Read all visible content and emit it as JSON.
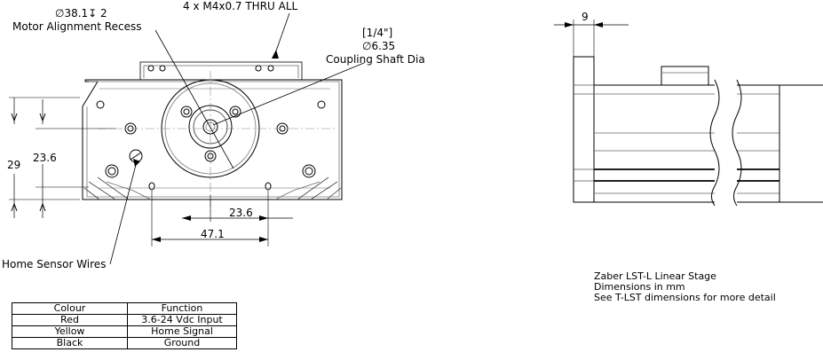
{
  "callouts": {
    "recess_dim": "∅38.1↧ 2",
    "recess_label": "Motor Alignment Recess",
    "holes_label": "4 x M4x0.7 THRU ALL",
    "shaft_imperial": "[1/4\"]",
    "shaft_dim": "∅6.35",
    "shaft_label": "Coupling Shaft Dia",
    "sensor_label": "Home Sensor Wires"
  },
  "dimensions": {
    "left_outer": "29",
    "left_inner": "23.6",
    "bottom_inner": "23.6",
    "bottom_outer": "47.1",
    "side_top": "9"
  },
  "notes": [
    "Zaber LST-L Linear Stage",
    "Dimensions in mm",
    "See T-LST dimensions for more detail"
  ],
  "wire_table": {
    "headers": [
      "Colour",
      "Function"
    ],
    "rows": [
      [
        "Red",
        "3.6-24 Vdc Input"
      ],
      [
        "Yellow",
        "Home Signal"
      ],
      [
        "Black",
        "Ground"
      ]
    ]
  }
}
